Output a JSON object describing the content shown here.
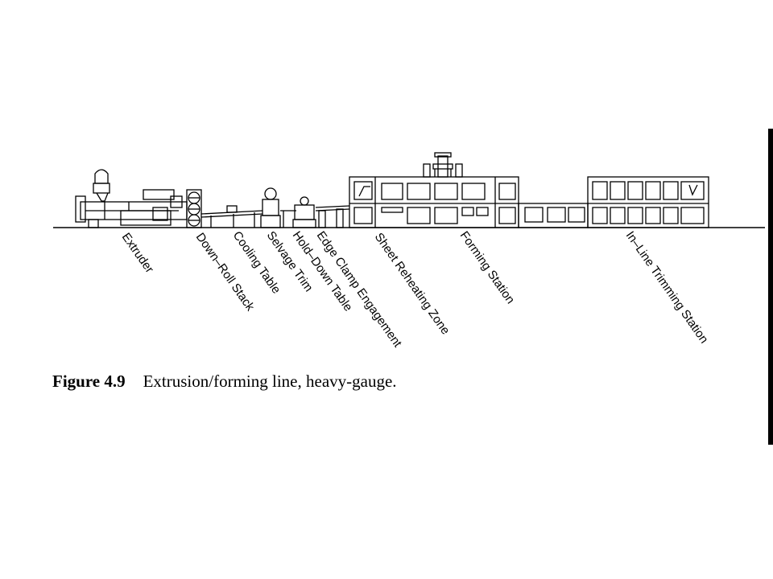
{
  "labels": {
    "extruder": "Extruder",
    "down_roll_stack": "Down–Roll Stack",
    "cooling_table": "Cooling Table",
    "selvage_trim": "Selvage Trim",
    "hold_down_table": "Hold–Down Table",
    "edge_clamp": "Edge Clamp Engagement",
    "sheet_reheating": "Sheet Reheating Zone",
    "forming_station": "Forming Station",
    "trimming_station": "In–Line Trimming Station"
  },
  "caption": {
    "number": "Figure 4.9",
    "text": "Extrusion/forming line, heavy-gauge."
  }
}
